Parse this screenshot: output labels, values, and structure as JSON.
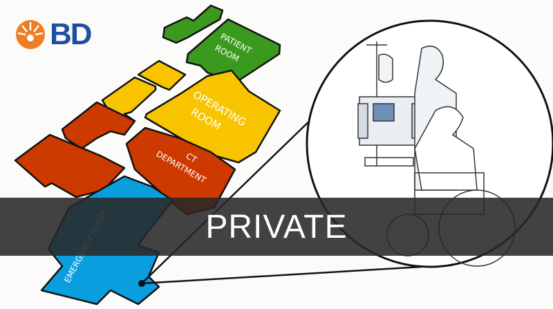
{
  "brand": {
    "logo_text": "BD",
    "colors": {
      "orange": "#ef7d23",
      "blue": "#1f4fa0"
    }
  },
  "rooms": {
    "patient": [
      "PATIENT",
      "ROOM"
    ],
    "operating": [
      "OPERATING",
      "ROOM"
    ],
    "ct": [
      "CT",
      "DEPARTMENT"
    ],
    "emergency": "EMERGENCY ROOM"
  },
  "room_colors": {
    "green": "#3b9a1e",
    "yellow": "#f8c400",
    "red": "#cc3a00",
    "blue": "#0a9ede"
  },
  "overlay": {
    "label": "PRIVATE"
  }
}
